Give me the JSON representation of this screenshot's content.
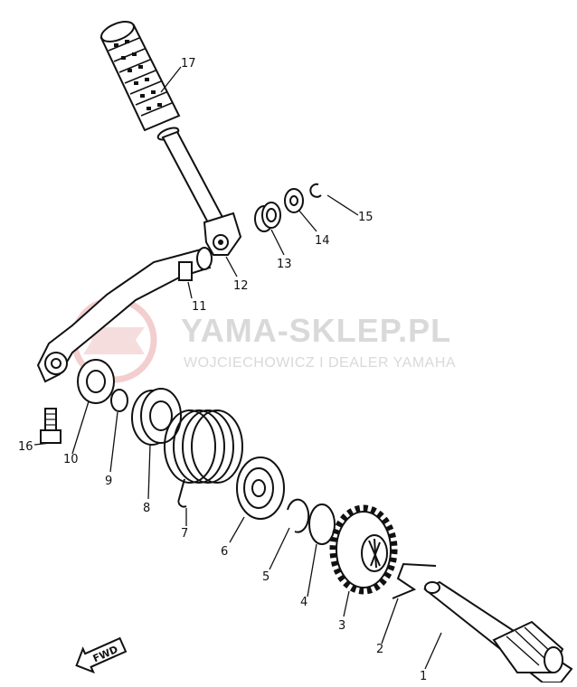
{
  "watermark": {
    "brand": "YAMA-SKLEP.PL",
    "tagline": "WOJCIECHOWICZ I DEALER YAMAHA",
    "logo_color": "#e9a7a7",
    "text_color": "#d9d9d9"
  },
  "fwd_label": "FWD",
  "part_labels": {
    "p1": "1",
    "p2": "2",
    "p3": "3",
    "p4": "4",
    "p5": "5",
    "p6": "6",
    "p7": "7",
    "p8": "8",
    "p9": "9",
    "p10": "10",
    "p11": "11",
    "p12": "12",
    "p13": "13",
    "p14": "14",
    "p15": "15",
    "p16": "16",
    "p17": "17"
  }
}
